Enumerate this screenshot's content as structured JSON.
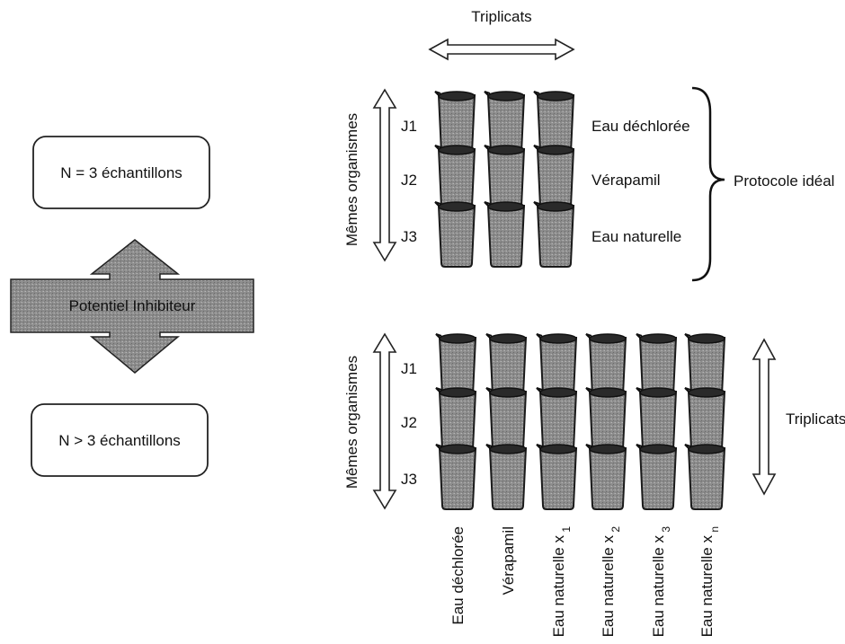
{
  "left_panel": {
    "top_box_label": "N = 3 échantillons",
    "center_arrow_label": "Potentiel Inhibiteur",
    "bottom_box_label": "N > 3 échantillons"
  },
  "top_panel": {
    "triplicats_label": "Triplicats",
    "axis_label": "Mêmes organismes",
    "rows": [
      "J1",
      "J2",
      "J3"
    ],
    "row_conditions": [
      "Eau déchlorée",
      "Vérapamil",
      "Eau naturelle"
    ],
    "brace_label": "Protocole idéal"
  },
  "bottom_panel": {
    "axis_label": "Mêmes organismes",
    "rows": [
      "J1",
      "J2",
      "J3"
    ],
    "triplicats_label": "Triplicats",
    "columns": [
      {
        "name": "Eau déchlorée",
        "sub": ""
      },
      {
        "name": "Vérapamil",
        "sub": ""
      },
      {
        "name": "Eau naturelle x",
        "sub": "1"
      },
      {
        "name": "Eau naturelle x",
        "sub": "2"
      },
      {
        "name": "Eau naturelle x",
        "sub": "3"
      },
      {
        "name": "Eau naturelle x",
        "sub": "n"
      }
    ]
  },
  "colors": {
    "beaker_dark": "#5e5e5e",
    "beaker_mid": "#8a8a8a",
    "beaker_light": "#a9a9a9",
    "arrow_fill": "#8c8c8c"
  }
}
